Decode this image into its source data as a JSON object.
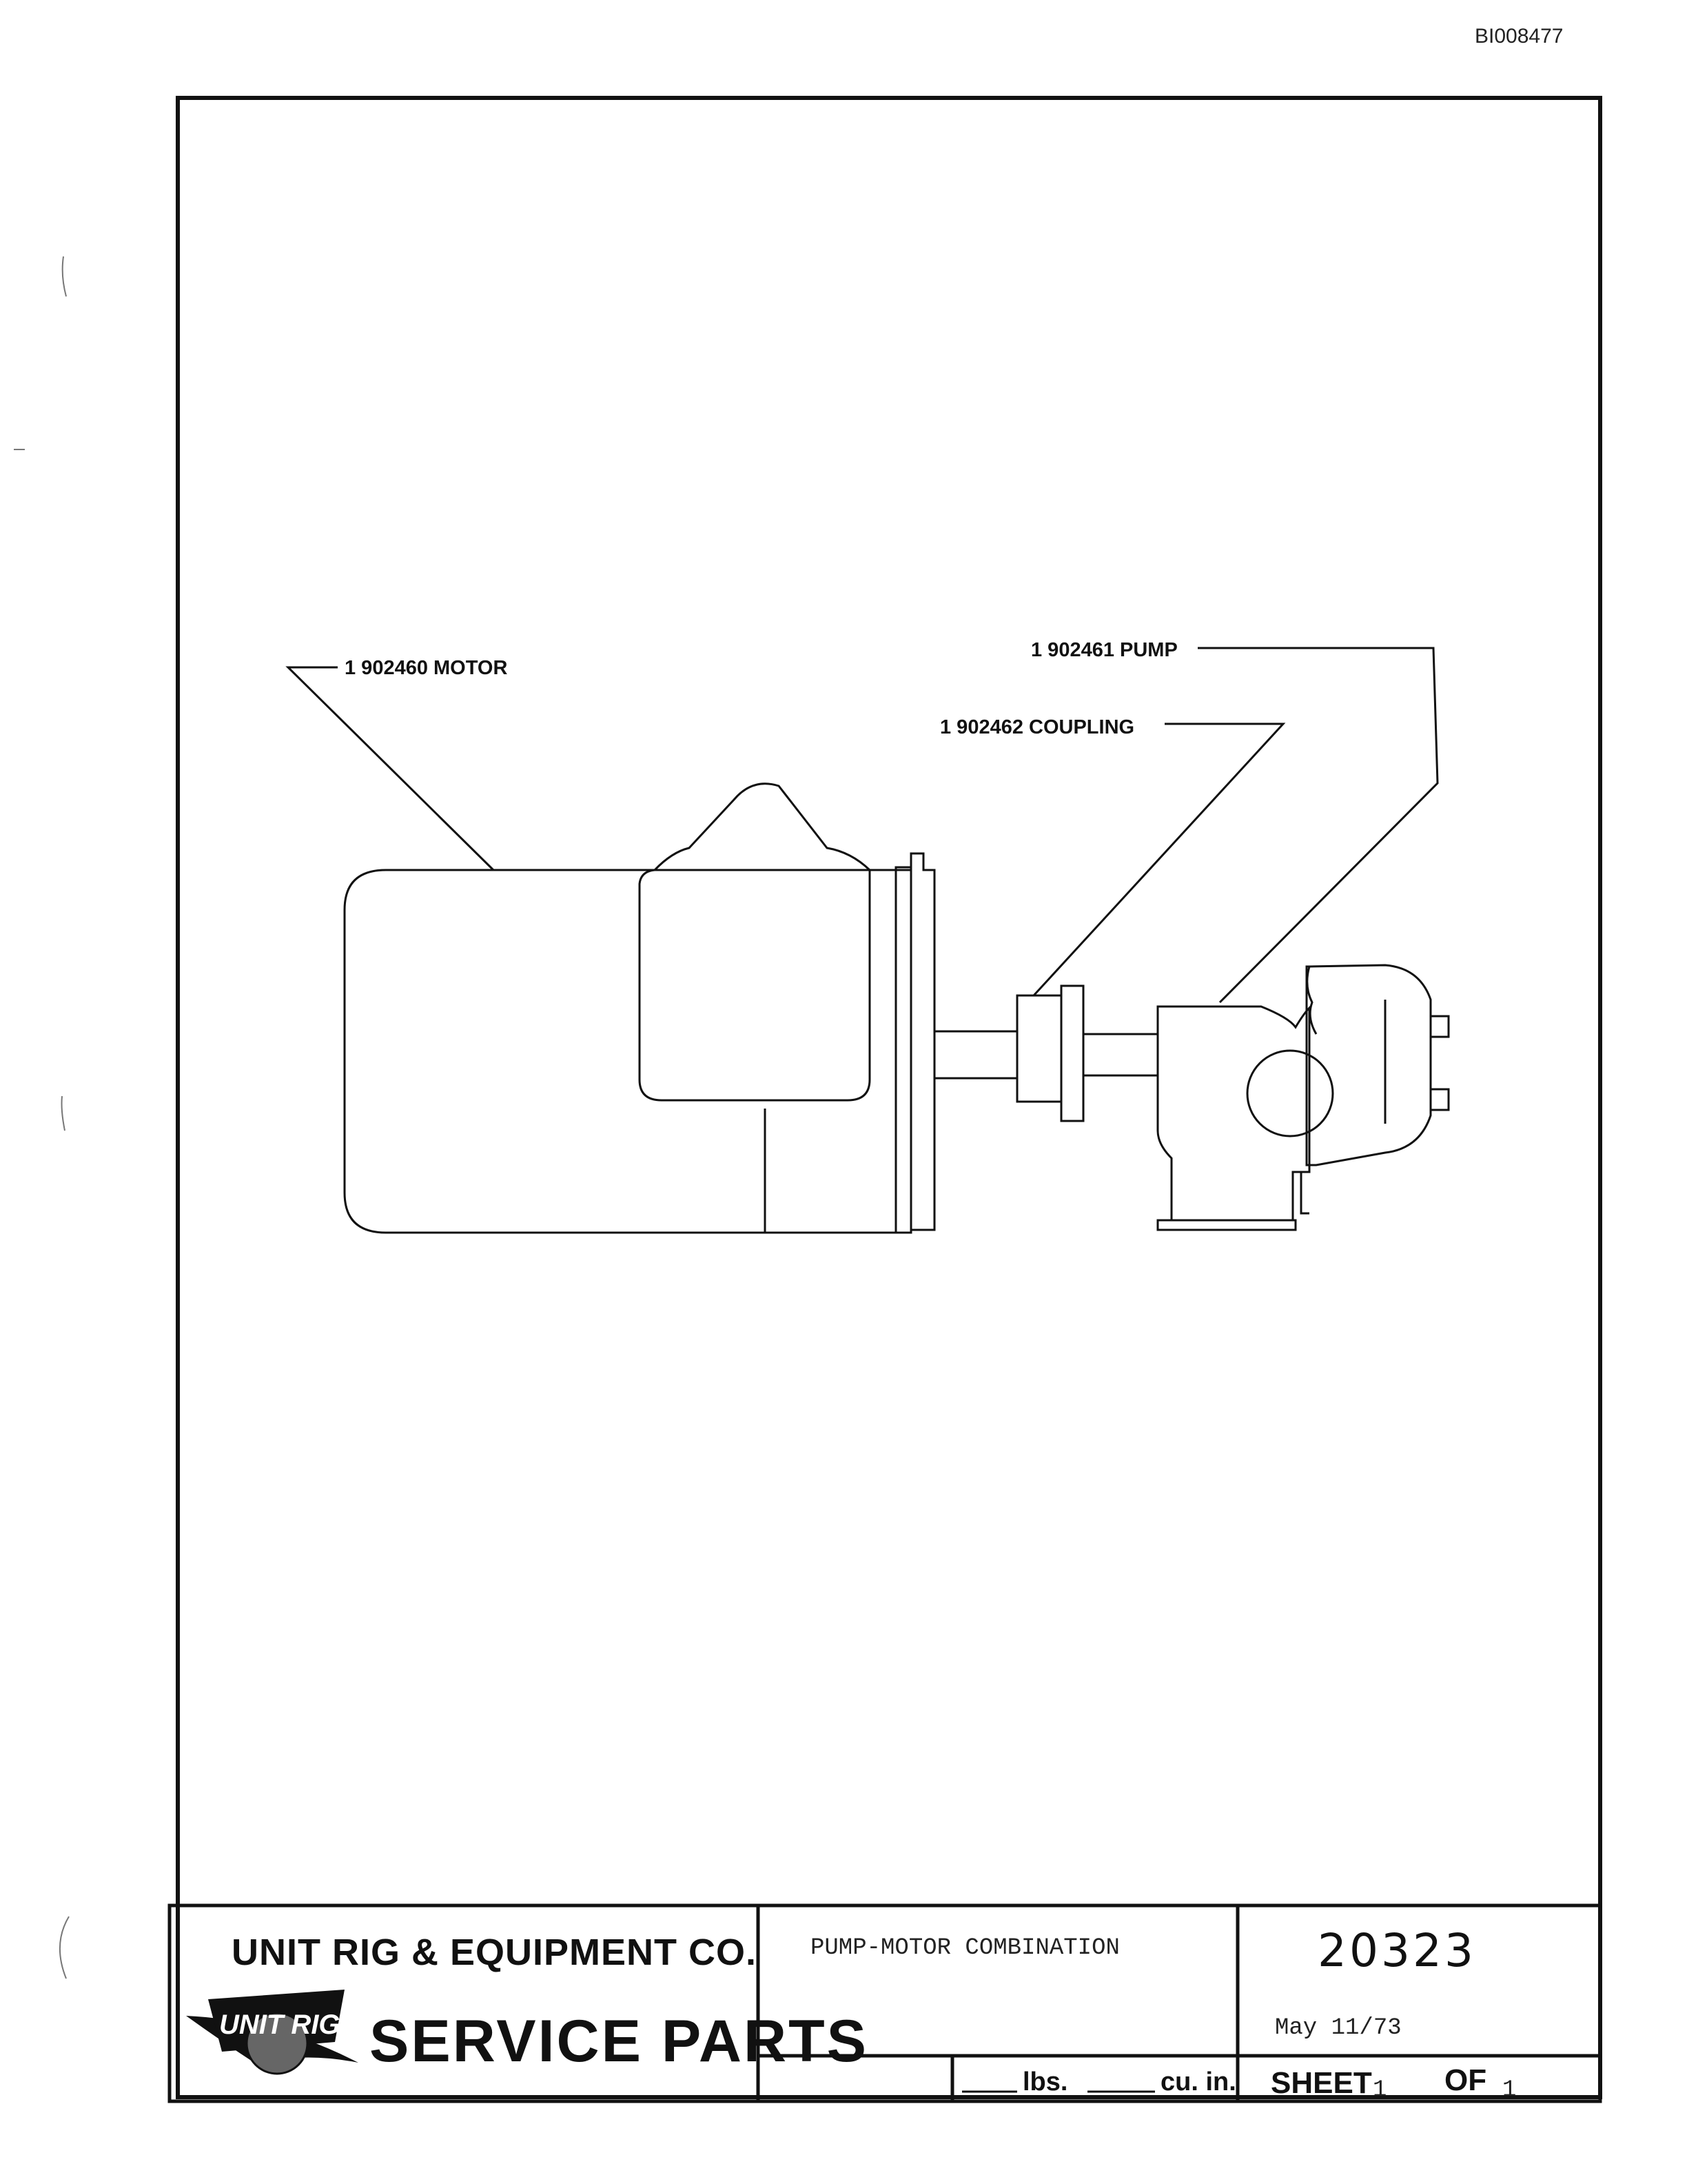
{
  "document_id": "BI008477",
  "callouts": {
    "motor": "1 902460 MOTOR",
    "pump": "1 902461 PUMP",
    "coupling": "1 902462 COUPLING"
  },
  "title_block": {
    "company": "UNIT RIG & EQUIPMENT CO.",
    "logo_text": "UNIT RIG",
    "service_parts": "SERVICE PARTS",
    "drawing_title": "PUMP-MOTOR COMBINATION",
    "drawing_number": "20323",
    "date": "May 11/73",
    "weight_unit": "lbs.",
    "volume_unit": "cu. in.",
    "sheet_label": "SHEET",
    "sheet_number": "1",
    "of_label": "OF",
    "sheet_total": "1"
  },
  "colors": {
    "ink": "#111111",
    "paper": "#ffffff"
  }
}
